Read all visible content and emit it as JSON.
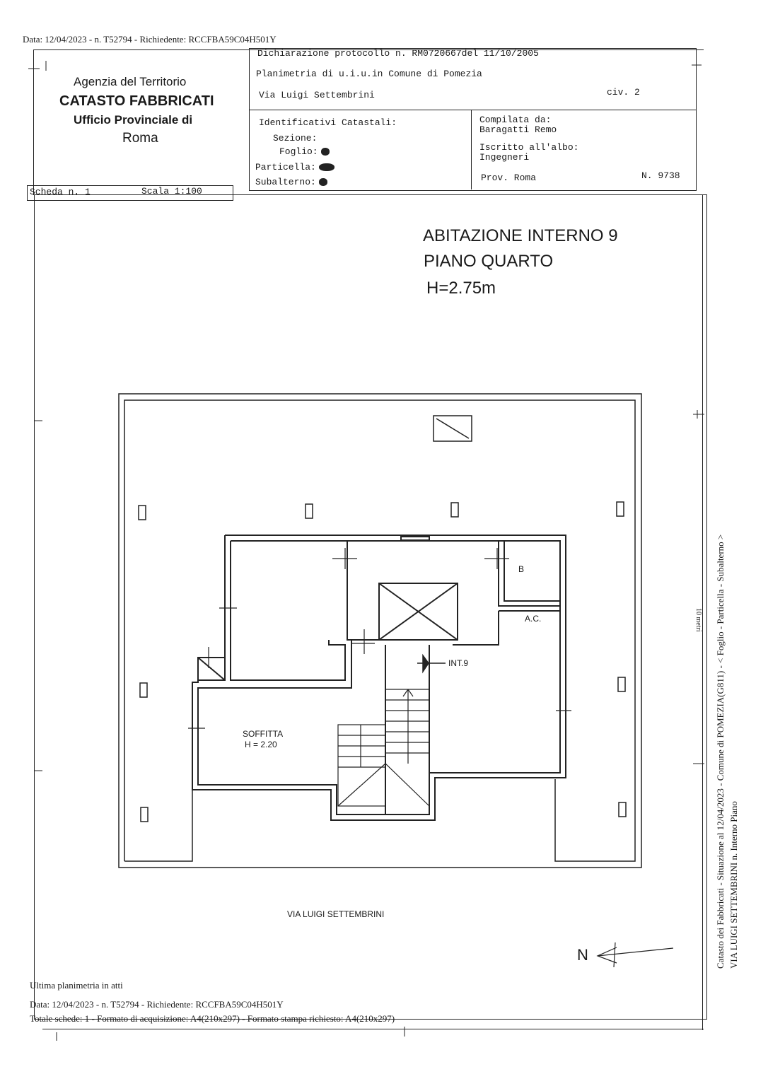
{
  "top_line": "Data: 12/04/2023 - n. T52794 - Richiedente: RCCFBA59C04H501Y",
  "agency": {
    "line1": "Agenzia del Territorio",
    "line2": "CATASTO FABBRICATI",
    "line3": "Ufficio Provinciale di",
    "line4": "Roma"
  },
  "header": {
    "declaration": "Dichiarazione protocollo n. RM0720667del   11/10/2005",
    "planimetria": "Planimetria di u.i.u.in Comune di Pomezia",
    "street": "Via Luigi Settembrini",
    "civ": "civ. 2",
    "ident_title": "Identificativi Catastali:",
    "sezione": "Sezione:",
    "foglio": "Foglio:",
    "particella": "Particella:",
    "subalterno": "Subalterno:",
    "compiled_label": "Compilata da:",
    "compiled_name": "Baragatti Remo",
    "albo_label": "Iscritto all'albo:",
    "albo_value": "Ingegneri",
    "prov": "Prov. Roma",
    "number": "N.  9738"
  },
  "scheda": "Scheda n. 1",
  "scala": "Scala 1:100",
  "plan": {
    "title1": "ABITAZIONE INTERNO 9",
    "title2": "PIANO QUARTO",
    "height": "H=2.75m",
    "room_b": "B",
    "room_ac": "A.C.",
    "int9": "INT.9",
    "soffitta": "SOFFITTA",
    "soffitta_h": "H = 2.20",
    "street_label": "VIA LUIGI SETTEMBRINI",
    "north": "N",
    "scale_bar": "10 metri"
  },
  "side": {
    "line1": "Catasto dei Fabbricati - Situazione al 12/04/2023 - Comune di POMEZIA(G811) - < Foglio    - Particella      - Subalterno    >",
    "line2": "VIA LUIGI SETTEMBRINI n.   Interno   Piano"
  },
  "footer": {
    "last": "Ultima planimetria in atti",
    "data": "Data: 12/04/2023 - n. T52794 - Richiedente: RCCFBA59C04H501Y",
    "totale": "Totale schede: 1 - Formato di acquisizione: A4(210x297)  - Formato stampa richiesto: A4(210x297)"
  }
}
